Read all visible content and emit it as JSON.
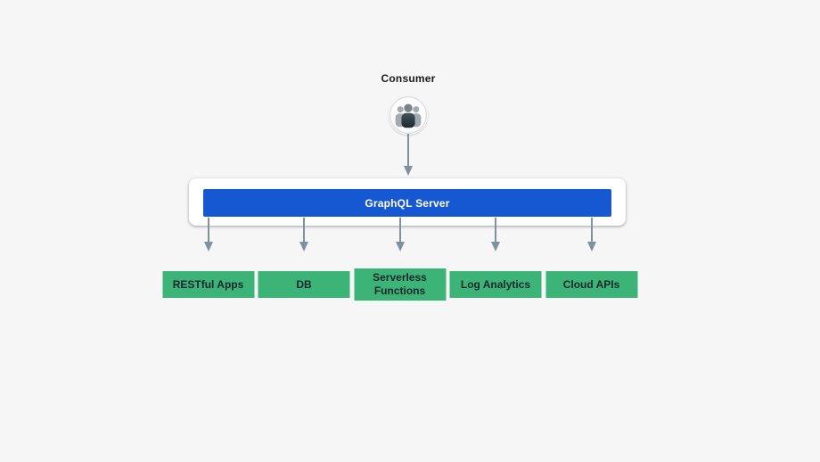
{
  "diagram": {
    "consumer": {
      "label": "Consumer",
      "icon": "users-group-icon"
    },
    "server": {
      "label": "GraphQL Server"
    },
    "targets": [
      {
        "label": "RESTful Apps"
      },
      {
        "label": "DB"
      },
      {
        "label": "Serverless Functions"
      },
      {
        "label": "Log Analytics"
      },
      {
        "label": "Cloud APIs"
      }
    ],
    "colors": {
      "background": "#f6f6f7",
      "card_bg": "#ffffff",
      "server_bar": "#1658d1",
      "server_text": "#ffffff",
      "target_bg": "#3cb477",
      "target_text": "#1c262d",
      "arrow": "#7f919d"
    }
  }
}
